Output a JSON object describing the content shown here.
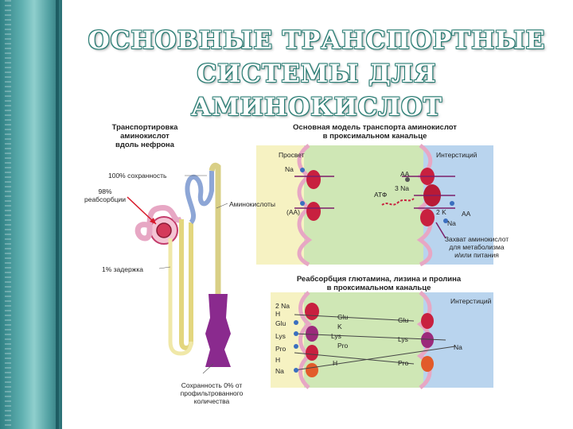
{
  "title": {
    "line1": "ОСНОВНЫЕ ТРАНСПОРТНЫЕ",
    "line2": "СИСТЕМЫ ДЛЯ АМИНОКИСЛОТ"
  },
  "nephron_panel": {
    "title_line1": "Транспортировка аминокислот",
    "title_line2": "вдоль нефрона",
    "label_100": "100% сохранность",
    "label_98_line1": "98%",
    "label_98_line2": "реабсорбции",
    "label_1": "1% задержка",
    "label_amino": "Аминокислоты",
    "bottom_line1": "Сохранность 0% от",
    "bottom_line2": "профильтрованного",
    "bottom_line3": "количества"
  },
  "proximal_panel": {
    "title_line1": "Основная модель транспорта аминокислот",
    "title_line2": "в проксимальном канальце",
    "lumen": "Просвет",
    "interstitium": "Интерстиций",
    "na": "Na",
    "aa_paren": "(АА)",
    "aa": "АА",
    "atp": "АТФ",
    "three_na": "3 Na",
    "two_k": "2 K",
    "na2": "Na",
    "capture_line1": "Захват аминокислот",
    "capture_line2": "для метаболизма",
    "capture_line3": "и/или питания"
  },
  "reabsorption_panel": {
    "title_line1": "Реабсорбция глютамина, лизина и пролина",
    "title_line2": "в проксимальном канальце",
    "interstitium": "Интерстиций",
    "left_labels": [
      "2 Na",
      "H",
      "Glu",
      "Lys",
      "Pro",
      "H",
      "Na"
    ],
    "mid_labels": [
      "Glu",
      "K",
      "Lys",
      "Pro",
      "H"
    ],
    "right_labels": [
      "Glu",
      "Lys",
      "Na",
      "Pro"
    ]
  },
  "colors": {
    "band_dark": "#2b6f74",
    "band_light": "#8fcfcd",
    "title_outline": "#2b7d74",
    "lumen_yellow": "#f6f2c2",
    "cell_green": "#cfe7b5",
    "interstitium_blue": "#b9d4ee",
    "membrane_pink": "#e7a7c4",
    "transporter_red": "#c8203f"
  }
}
